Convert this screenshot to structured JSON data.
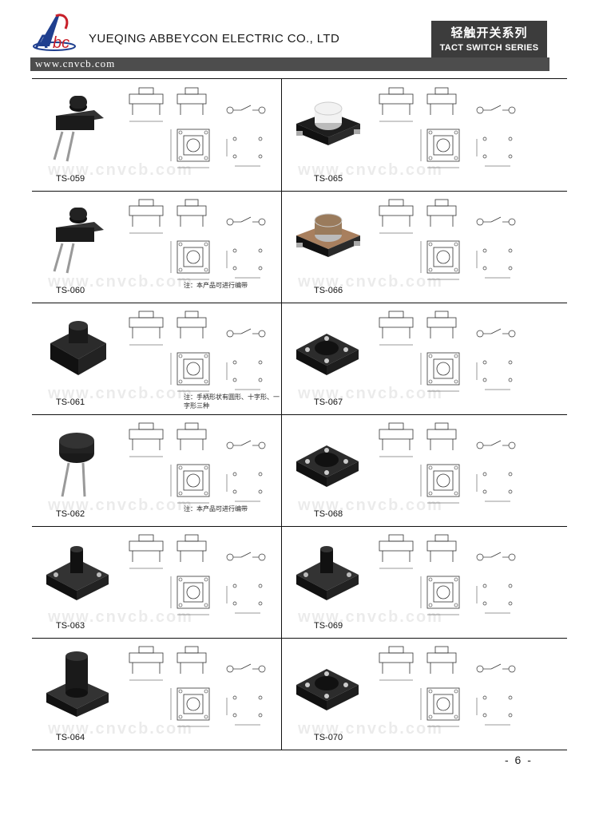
{
  "header": {
    "company": "YUEQING ABBEYCON ELECTRIC CO., LTD",
    "series_cn": "轻触开关系列",
    "series_en": "TACT SWITCH SERIES",
    "website": "www.cnvcb.com",
    "watermark": "www.cnvcb.com"
  },
  "products": [
    {
      "model": "TS-059",
      "note": ""
    },
    {
      "model": "TS-065",
      "note": ""
    },
    {
      "model": "TS-060",
      "note": "注：本产品可进行编带"
    },
    {
      "model": "TS-066",
      "note": ""
    },
    {
      "model": "TS-061",
      "note": "注：手柄形状有圆形、十字形、一字形三种"
    },
    {
      "model": "TS-067",
      "note": ""
    },
    {
      "model": "TS-062",
      "note": "注：本产品可进行编带"
    },
    {
      "model": "TS-068",
      "note": ""
    },
    {
      "model": "TS-063",
      "note": ""
    },
    {
      "model": "TS-069",
      "note": ""
    },
    {
      "model": "TS-064",
      "note": ""
    },
    {
      "model": "TS-070",
      "note": ""
    }
  ],
  "page_number": "- 6 -"
}
